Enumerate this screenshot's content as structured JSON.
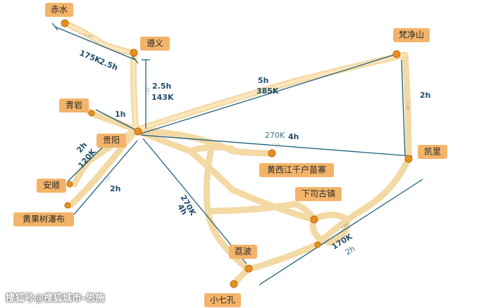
{
  "cities": [
    {
      "id": "chishui",
      "name": "赤水"
    },
    {
      "id": "zunyi",
      "name": "遵义"
    },
    {
      "id": "fanjingshan",
      "name": "梵净山"
    },
    {
      "id": "qingyan",
      "name": "青岩"
    },
    {
      "id": "guiyang",
      "name": "贵阳"
    },
    {
      "id": "kaili",
      "name": "凯里"
    },
    {
      "id": "xijiang",
      "name": "黄西江千户苗寨"
    },
    {
      "id": "anshun",
      "name": "安顺"
    },
    {
      "id": "xiasi",
      "name": "下司古镇"
    },
    {
      "id": "huangguoshu",
      "name": "黄果树瀑布"
    },
    {
      "id": "libo",
      "name": "荔波"
    },
    {
      "id": "xiaoqikong",
      "name": "小七孔"
    }
  ],
  "routes": [
    {
      "id": "chishui-zunyi",
      "distance": "175K",
      "time": "2.5h"
    },
    {
      "id": "zunyi-guiyang",
      "time": "2.5h",
      "distance": "143K"
    },
    {
      "id": "guiyang-fanjingshan",
      "time": "5h",
      "distance": "385K"
    },
    {
      "id": "guiyang-qingyan",
      "time": "1h"
    },
    {
      "id": "guiyang-kaili",
      "distance": "270K",
      "time": "4h"
    },
    {
      "id": "fanjingshan-kaili",
      "time": "2h"
    },
    {
      "id": "guiyang-anshun",
      "time": "2h",
      "distance": "120K"
    },
    {
      "id": "guiyang-huangguoshu",
      "time": "2h"
    },
    {
      "id": "guiyang-libo",
      "distance": "270K",
      "time": "4h"
    },
    {
      "id": "kaili-libo",
      "distance": "170K",
      "time": "2h"
    }
  ],
  "watermark": "搜狐号@搜狐城市-思施",
  "colors": {
    "road": "#f3d9a3",
    "label": "#f3b46a",
    "dot": "#e8901f",
    "line": "#1f5f7f"
  }
}
